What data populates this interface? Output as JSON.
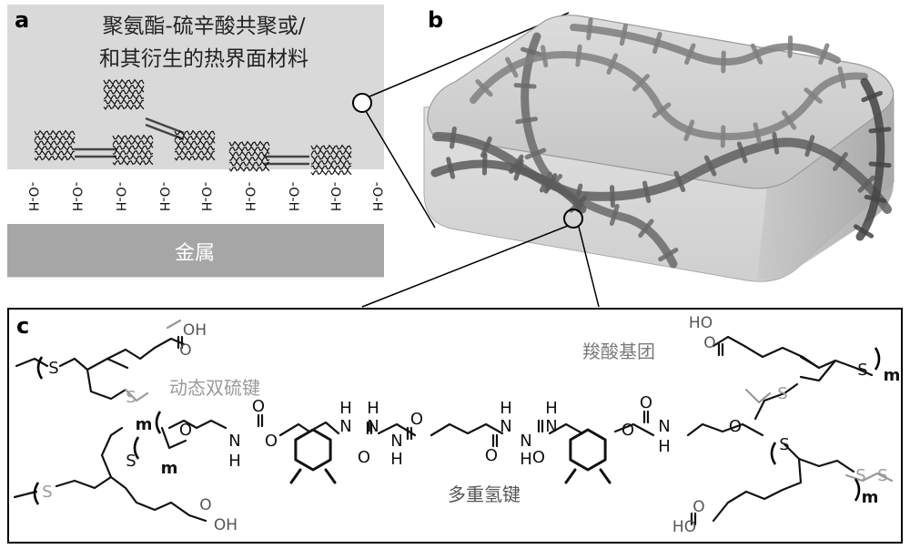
{
  "panel_a": {
    "letter": "a",
    "title_line1": "聚氨酯-硫辛酸共聚或/",
    "title_line2": "和其衍生的热界面材料",
    "hydroxyl_group": "-O-H",
    "metal_label": "金属"
  },
  "panel_b": {
    "letter": "b"
  },
  "panel_c": {
    "letter": "c",
    "label_disulfide": "动态双硫键",
    "label_carboxyl": "羧酸基团",
    "label_hbond": "多重氢键",
    "atom_S": "S",
    "atom_O": "O",
    "atom_N": "N",
    "atom_H": "H",
    "group_OH": "OH",
    "group_HO": "HO",
    "repeat_m": "m"
  },
  "colors": {
    "panel_a_bg": "#d9d9d9",
    "metal": "#a6a6a6",
    "block_top": "#cdcdcd",
    "chain_dark": "#555555",
    "grey_text": "#8c8c8c"
  }
}
